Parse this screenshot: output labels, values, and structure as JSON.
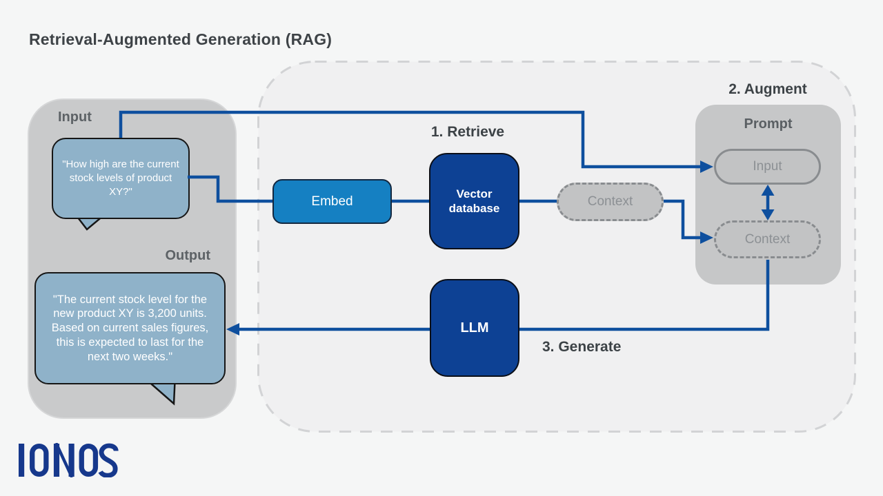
{
  "title": "Retrieval-Augmented Generation (RAG)",
  "io_panel": {
    "input_label": "Input",
    "input_bubble": "\"How high are the current stock levels of product XY?\"",
    "output_label": "Output",
    "output_bubble": "\"The current stock level for the new product XY is 3,200 units. Based on current sales figures, this is expected to last for the next two weeks.\""
  },
  "pipeline": {
    "step_retrieve": "1. Retrieve",
    "step_augment": "2. Augment",
    "step_generate": "3. Generate",
    "embed": "Embed",
    "vector_database": "Vector database",
    "context": "Context",
    "llm": "LLM",
    "prompt": {
      "label": "Prompt",
      "input": "Input",
      "context": "Context"
    }
  },
  "logo": {
    "text": "IONOS"
  },
  "colors": {
    "connector_blue": "#0e4f9e",
    "embed_blue": "#1580c2",
    "node_dark_blue": "#0d4194",
    "bubble_blue": "#8fb2c9",
    "panel_gray": "#c9cacb",
    "prompt_gray": "#c6c7c8",
    "dashed_border_gray": "#d2d3d5",
    "logo_blue": "#16388c",
    "heading_gray": "#3c4246"
  }
}
